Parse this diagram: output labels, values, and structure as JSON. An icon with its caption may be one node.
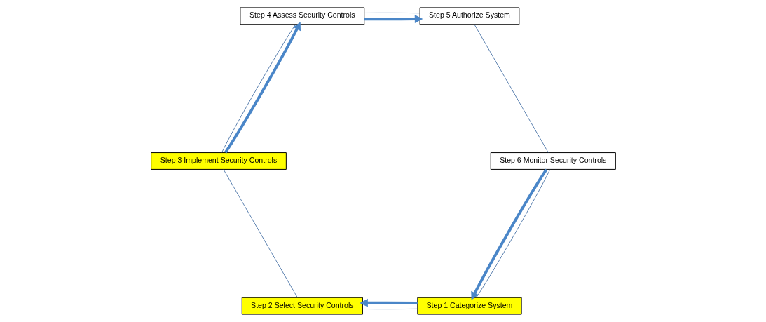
{
  "diagram": {
    "nodes": [
      {
        "text": [
          "Step 1 Categorize System"
        ]
      },
      {
        "text": [
          "Step 2 Select Security Controls"
        ]
      },
      {
        "text": [
          "Step 3 Implement Security Controls"
        ]
      },
      {
        "text": [
          "Step 4 Assess Security Controls"
        ]
      },
      {
        "text": [
          "Step 5 Authorize System"
        ]
      },
      {
        "text": [
          "Step 6 Monitor Security Controls"
        ]
      }
    ],
    "edges": [
      {
        "from": 0,
        "to": 1,
        "arrow": "none"
      },
      {
        "from": 1,
        "to": 2,
        "arrow": "none"
      },
      {
        "from": 2,
        "to": 3,
        "arrow": "none"
      },
      {
        "from": 3,
        "to": 4,
        "arrow": "none"
      },
      {
        "from": 4,
        "to": 5,
        "arrow": "none"
      },
      {
        "from": 5,
        "to": 0,
        "arrow": "none"
      },
      {
        "from": 0,
        "to": 1,
        "arrow": "to",
        "style": "thick",
        "color": "#4a86c8"
      },
      {
        "from": 2,
        "to": 3,
        "arrow": "to",
        "style": "thick",
        "color": "#4a86c8"
      },
      {
        "from": 3,
        "to": 4,
        "arrow": "to",
        "style": "thick",
        "color": "#4a86c8"
      },
      {
        "from": 5,
        "to": 0,
        "arrow": "to",
        "style": "thick",
        "color": "#4a86c8"
      }
    ]
  }
}
